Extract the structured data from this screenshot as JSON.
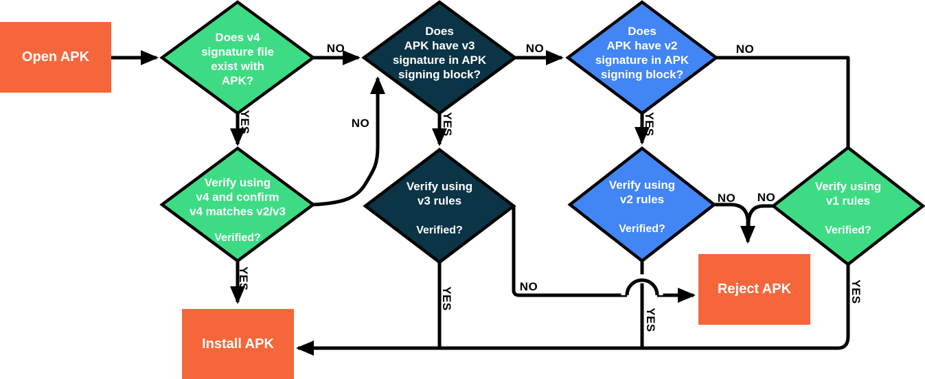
{
  "colors": {
    "orange": "#F5673B",
    "green": "#3DDC84",
    "navy": "#0B3446",
    "blue": "#4285F4",
    "line": "#000000",
    "node_text": "#FFFFFF"
  },
  "edge_labels": {
    "yes": "YES",
    "no": "NO"
  },
  "nodes": {
    "open_apk": {
      "label": "Open APK"
    },
    "v4_exists": {
      "question": "Does v4\nsignature file\nexist with\nAPK?"
    },
    "v4_verify": {
      "question": "Verify using\nv4 and confirm\nv4 matches v2/v3",
      "prompt": "Verified?"
    },
    "v3_sig": {
      "question": "Does\nAPK have v3\nsignature in APK\nsigning block?"
    },
    "v3_verify": {
      "question": "Verify using\nv3 rules",
      "prompt": "Verified?"
    },
    "v2_sig": {
      "question": "Does\nAPK have v2\nsignature in APK\nsigning block?"
    },
    "v2_verify": {
      "question": "Verify using\nv2 rules",
      "prompt": "Verified?"
    },
    "v1_verify": {
      "question": "Verify using\nv1 rules",
      "prompt": "Verified?"
    },
    "install_apk": {
      "label": "Install APK"
    },
    "reject_apk": {
      "label": "Reject APK"
    }
  },
  "edges": [
    {
      "from": "open_apk",
      "to": "v4_exists",
      "label": ""
    },
    {
      "from": "v4_exists",
      "to": "v4_verify",
      "label": "YES"
    },
    {
      "from": "v4_exists",
      "to": "v3_sig",
      "label": "NO"
    },
    {
      "from": "v4_verify",
      "to": "install_apk",
      "label": "YES"
    },
    {
      "from": "v4_verify",
      "to": "v3_sig",
      "label": "NO"
    },
    {
      "from": "v3_sig",
      "to": "v3_verify",
      "label": "YES"
    },
    {
      "from": "v3_sig",
      "to": "v2_sig",
      "label": "NO"
    },
    {
      "from": "v3_verify",
      "to": "install_apk",
      "label": "YES"
    },
    {
      "from": "v3_verify",
      "to": "reject_apk",
      "label": "NO"
    },
    {
      "from": "v2_sig",
      "to": "v2_verify",
      "label": "YES"
    },
    {
      "from": "v2_sig",
      "to": "v1_verify",
      "label": "NO"
    },
    {
      "from": "v2_verify",
      "to": "install_apk",
      "label": "YES"
    },
    {
      "from": "v2_verify",
      "to": "reject_apk",
      "label": "NO"
    },
    {
      "from": "v1_verify",
      "to": "install_apk",
      "label": "YES"
    },
    {
      "from": "v1_verify",
      "to": "reject_apk",
      "label": "NO"
    }
  ]
}
